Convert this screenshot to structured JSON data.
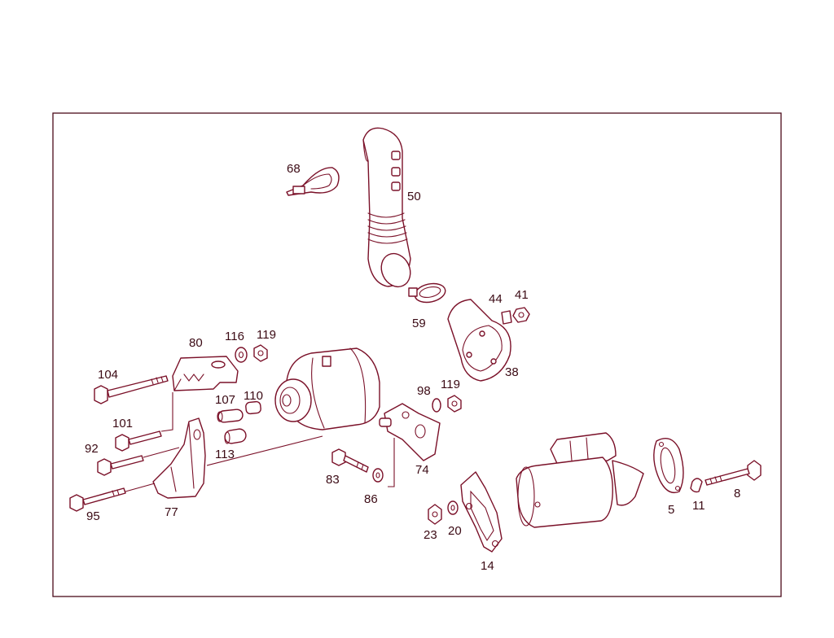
{
  "colors": {
    "line": "#7a1028",
    "label": "#3b0a14",
    "frame": "#4a0a1a",
    "background": "#ffffff"
  },
  "callouts": {
    "c68": "68",
    "c50": "50",
    "c59": "59",
    "c44": "44",
    "c41": "41",
    "c38": "38",
    "c80": "80",
    "c116": "116",
    "c119a": "119",
    "c104": "104",
    "c107": "107",
    "c110": "110",
    "c98": "98",
    "c119b": "119",
    "c101": "101",
    "c92": "92",
    "c113": "113",
    "c74": "74",
    "c83": "83",
    "c86": "86",
    "c95": "95",
    "c77": "77",
    "c5": "5",
    "c11": "11",
    "c8": "8",
    "c23": "23",
    "c20": "20",
    "c14": "14"
  }
}
